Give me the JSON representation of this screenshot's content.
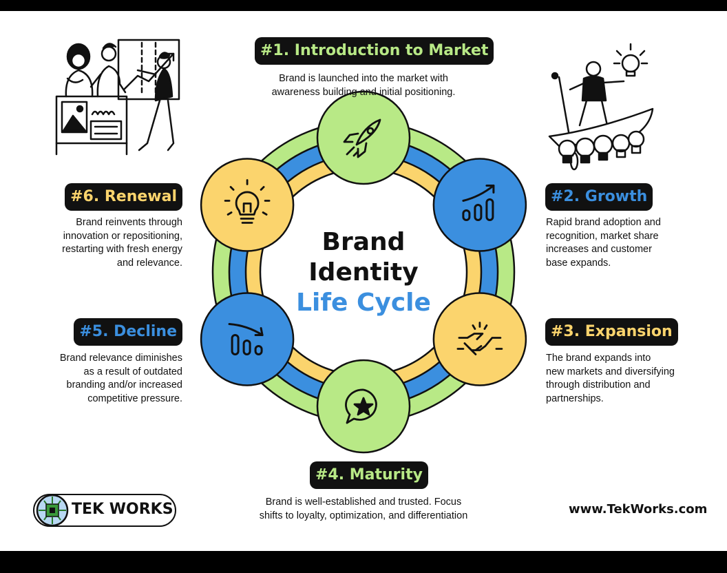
{
  "title": {
    "line1": "Brand",
    "line2": "Identity",
    "line3": "Life Cycle"
  },
  "stages": [
    {
      "label": "#1. Introduction to Market",
      "description": [
        "Brand is launched into the market with",
        "awareness building and initial positioning."
      ],
      "icon": "rocket-icon",
      "color": "#b8e986"
    },
    {
      "label": "#2. Growth",
      "description": [
        "Rapid brand adoption and",
        "recognition, market share",
        "increases and customer",
        "base expands."
      ],
      "icon": "growth-chart-icon",
      "color": "#3b8fdf"
    },
    {
      "label": "#3. Expansion",
      "description": [
        "The brand expands into",
        "new markets and diversifying",
        "through distribution and",
        "partnerships."
      ],
      "icon": "handshake-icon",
      "color": "#fbd46d"
    },
    {
      "label": "#4. Maturity",
      "description": [
        "Brand is well-established and trusted. Focus",
        "shifts to loyalty, optimization, and differentiation"
      ],
      "icon": "star-speech-bubble-icon",
      "color": "#b8e986"
    },
    {
      "label": "#5. Decline",
      "description": [
        "Brand relevance diminishes",
        "as a result of outdated",
        "branding and/or increased",
        "competitive pressure."
      ],
      "icon": "decline-chart-icon",
      "color": "#3b8fdf"
    },
    {
      "label": "#6. Renewal",
      "description": [
        "Brand reinvents through",
        "innovation or repositioning,",
        "restarting with fresh energy",
        "and relevance."
      ],
      "icon": "lightbulb-icon",
      "color": "#fbd46d"
    }
  ],
  "colors": {
    "green": "#b8e986",
    "blue": "#3b8fdf",
    "yellow": "#fbd46d",
    "dark": "#111111"
  },
  "logo": {
    "text": "TEK WORKS",
    "icon": "circuit-chip-icon"
  },
  "website": "www.TekWorks.com",
  "illustrations": [
    "team-presentation-illustration",
    "lightbulb-boat-illustration"
  ]
}
